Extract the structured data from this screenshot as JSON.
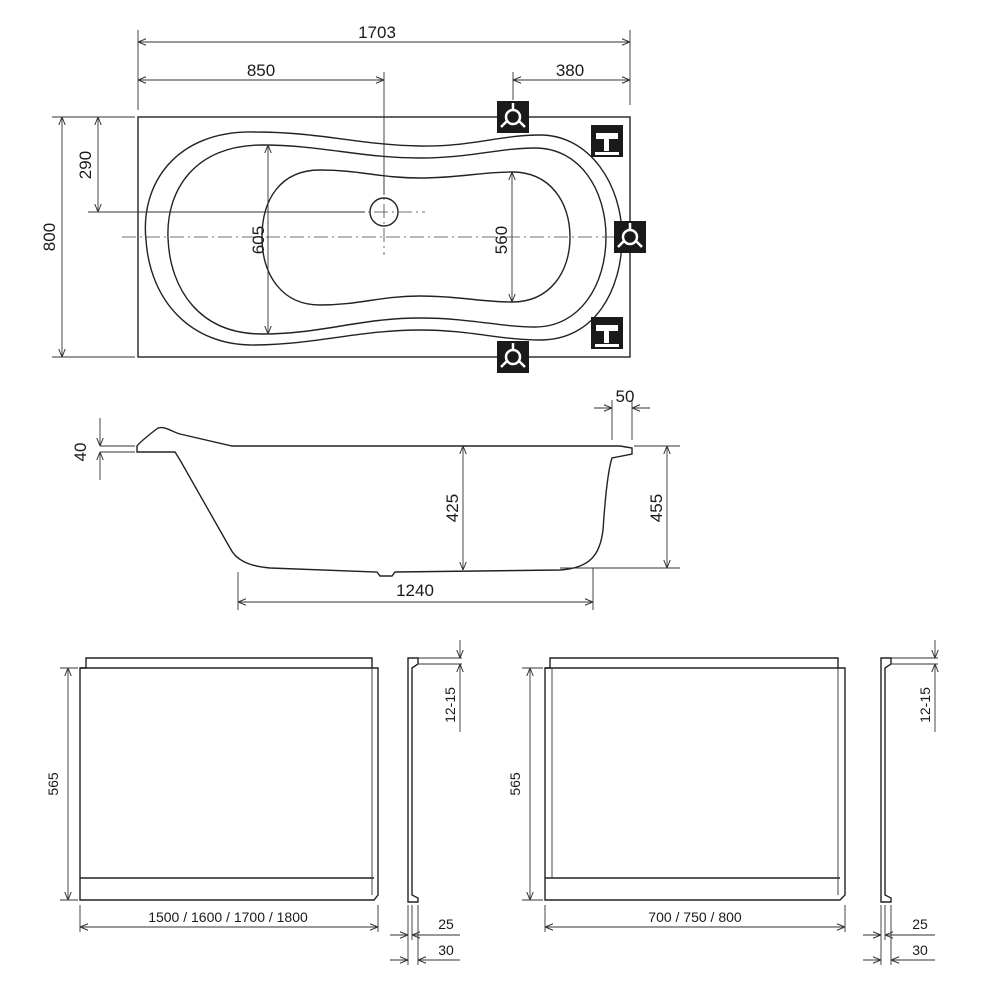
{
  "top_view": {
    "overall_length": "1703",
    "drain_offset": "850",
    "end_offset": "380",
    "overall_width": "800",
    "drain_from_edge": "290",
    "inner_width_left": "605",
    "inner_width_right": "560"
  },
  "side_view": {
    "rim_height": "40",
    "rim_width": "50",
    "inner_depth": "425",
    "outer_depth": "455",
    "bottom_length": "1240"
  },
  "front_panel": {
    "height": "565",
    "lip": "12-15",
    "length_options": "1500 / 1600 / 1700 / 1800",
    "thickness_inner": "25",
    "thickness_outer": "30"
  },
  "side_panel": {
    "height": "565",
    "lip": "12-15",
    "length_options": "700 / 750 / 800",
    "thickness_inner": "25",
    "thickness_outer": "30"
  },
  "icons": [
    "leg-support-icon",
    "faucet-icon"
  ]
}
